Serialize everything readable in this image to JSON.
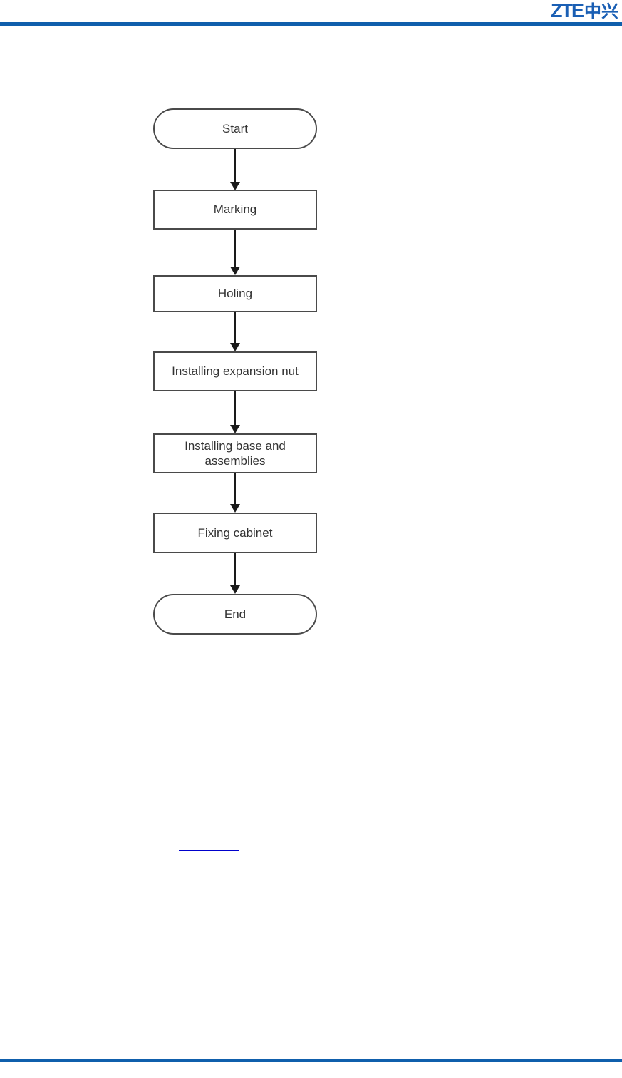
{
  "header": {
    "logo": {
      "latin": "ZTE",
      "cjk": "中兴",
      "color": "#1A5FB4"
    },
    "rule_color": "#0F5FAC"
  },
  "flowchart": {
    "stroke_color": "#4A4A4A",
    "arrow_color": "#1A1A1A",
    "text_color": "#333333",
    "nodes": [
      {
        "id": "start",
        "type": "terminator",
        "label": "Start"
      },
      {
        "id": "marking",
        "type": "process",
        "label": "Marking"
      },
      {
        "id": "holing",
        "type": "process",
        "label": "Holing"
      },
      {
        "id": "install-expansion-nut",
        "type": "process",
        "label": "Installing expansion nut"
      },
      {
        "id": "install-base-assemblies",
        "type": "process",
        "label": "Installing base and assemblies"
      },
      {
        "id": "fixing-cabinet",
        "type": "process",
        "label": "Fixing cabinet"
      },
      {
        "id": "end",
        "type": "terminator",
        "label": "End"
      }
    ]
  },
  "link": {
    "underline_color": "#0000CC"
  },
  "footer": {
    "rule_color": "#0F5FAC"
  }
}
